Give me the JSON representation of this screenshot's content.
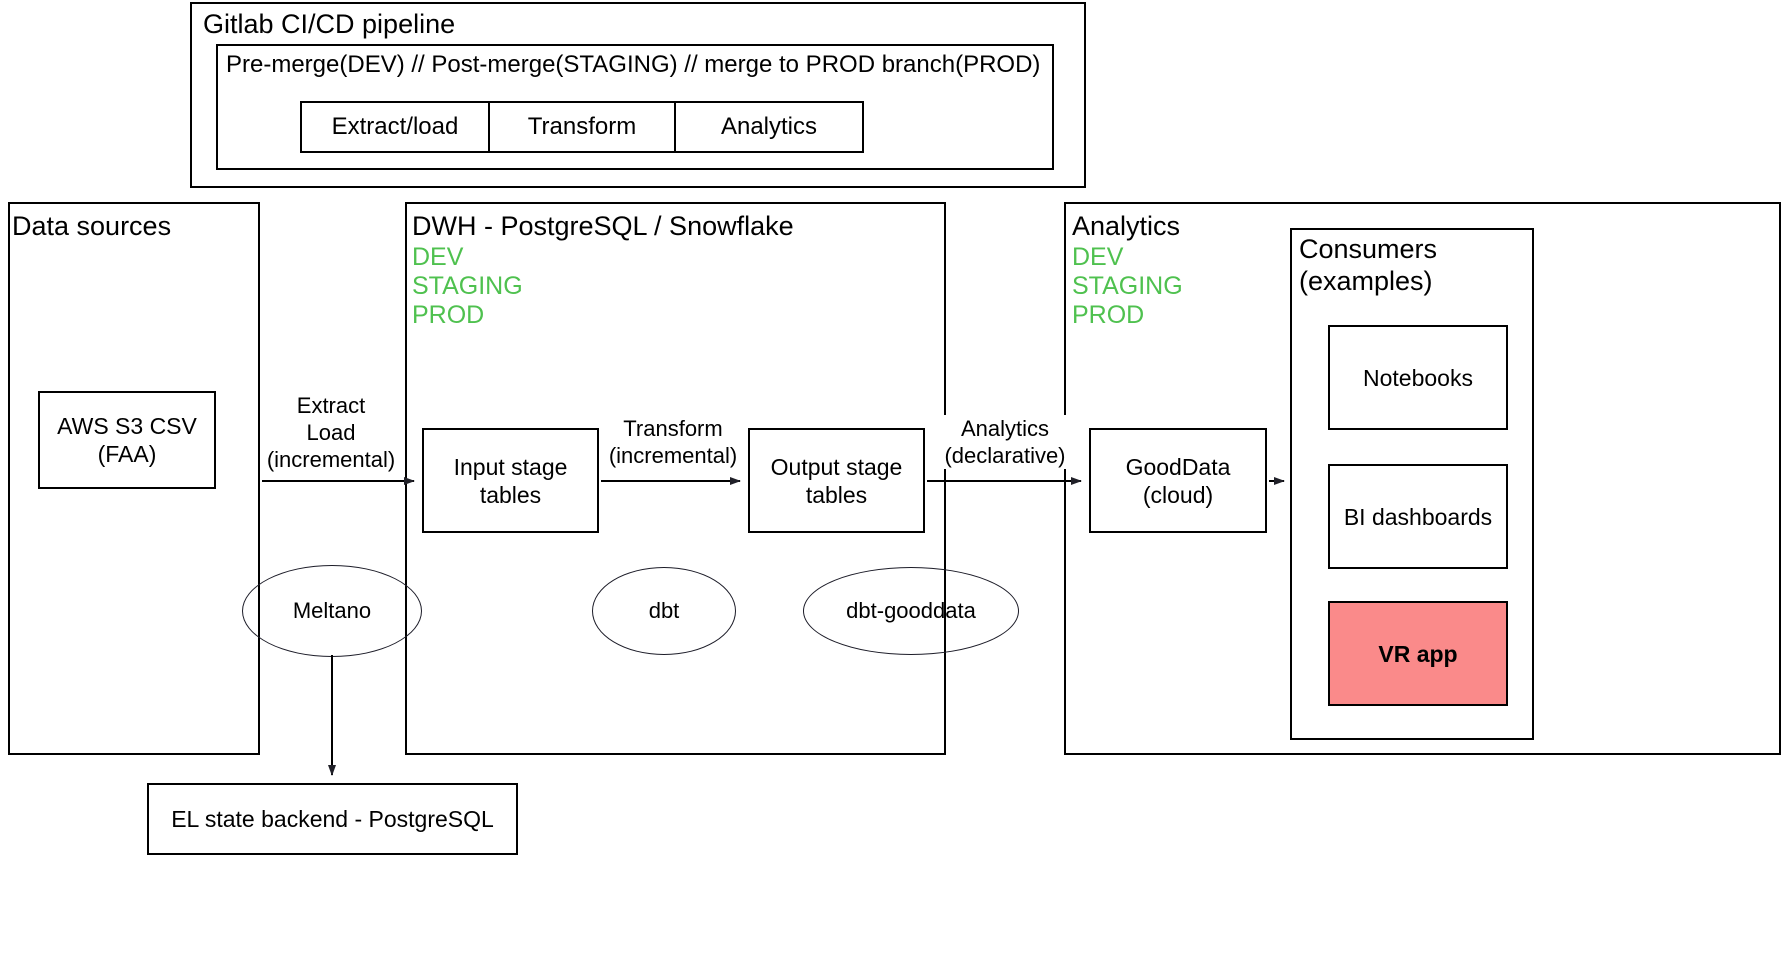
{
  "diagram": {
    "title": "Data platform architecture diagram",
    "colors": {
      "env_green": "#4FC14F",
      "vr_red": "#FA8A8A",
      "stroke": "#000000",
      "background": "#FFFFFF"
    }
  },
  "cicd": {
    "title": "Gitlab CI/CD pipeline",
    "branch_line": "Pre-merge(DEV) // Post-merge(STAGING) // merge to PROD branch(PROD)",
    "stages": [
      {
        "label": "Extract/load"
      },
      {
        "label": "Transform"
      },
      {
        "label": "Analytics"
      }
    ]
  },
  "groups": {
    "data_sources": {
      "title": "Data sources",
      "nodes": [
        {
          "line1": "AWS S3 CSV",
          "line2": "(FAA)"
        }
      ]
    },
    "dwh": {
      "title": "DWH - PostgreSQL / Snowflake",
      "environments": [
        "DEV",
        "STAGING",
        "PROD"
      ],
      "nodes": [
        {
          "line1": "Input stage",
          "line2": "tables"
        },
        {
          "line1": "Output stage",
          "line2": "tables"
        }
      ]
    },
    "analytics": {
      "title": "Analytics",
      "environments": [
        "DEV",
        "STAGING",
        "PROD"
      ],
      "nodes": [
        {
          "line1": "GoodData",
          "line2": "(cloud)"
        }
      ]
    },
    "consumers": {
      "title_line1": "Consumers",
      "title_line2": "(examples)",
      "nodes": [
        {
          "label": "Notebooks",
          "highlighted": false
        },
        {
          "label": "BI dashboards",
          "highlighted": false
        },
        {
          "label": "VR app",
          "highlighted": true
        }
      ]
    }
  },
  "arrow_labels": {
    "extract_load": {
      "line1": "Extract",
      "line2": "Load",
      "line3": "(incremental)"
    },
    "transform": {
      "line1": "Transform",
      "line2": "(incremental)"
    },
    "analytics": {
      "line1": "Analytics",
      "line2": "(declarative)"
    }
  },
  "tools": [
    {
      "name": "Meltano"
    },
    {
      "name": "dbt"
    },
    {
      "name": "dbt-gooddata"
    }
  ],
  "backend": {
    "label": "EL state backend - PostgreSQL"
  }
}
